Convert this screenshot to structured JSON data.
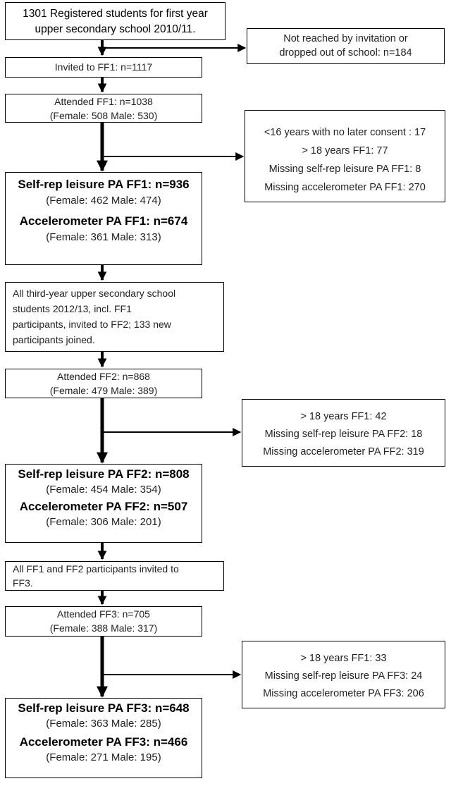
{
  "nodes": {
    "registered": [
      "1301 Registered students for first year",
      "upper secondary school 2010/11."
    ],
    "excluded_0": [
      "Not reached by invitation or",
      "dropped out of school: n=184"
    ],
    "invited_ff1": [
      "Invited to FF1: n=1117"
    ],
    "attended_ff1": [
      "Attended FF1: n=1038",
      "(Female: 508 Male: 530)"
    ],
    "excluded_ff1": [
      "<16 years with no later consent : 17",
      "> 18 years FF1: 77",
      "Missing self-rep leisure PA FF1: 8",
      "Missing accelerometer PA FF1: 270"
    ],
    "analysed_ff1": {
      "selfrep": "Self-rep leisure PA FF1: n=936",
      "selfrep_sex": "(Female: 462 Male: 474)",
      "accel": "Accelerometer PA FF1: n=674",
      "accel_sex": "(Female: 361 Male: 313)"
    },
    "invited_ff2": [
      "All third-year upper secondary school",
      "students 2012/13, incl. FF1",
      "participants, invited to FF2; 133 new",
      "participants joined."
    ],
    "attended_ff2": [
      "Attended FF2: n=868",
      "(Female: 479 Male: 389)"
    ],
    "excluded_ff2": [
      "> 18 years FF1: 42",
      "Missing self-rep leisure PA FF2: 18",
      "Missing accelerometer PA FF2: 319"
    ],
    "analysed_ff2": {
      "selfrep": "Self-rep leisure PA FF2: n=808",
      "selfrep_sex": "(Female: 454 Male: 354)",
      "accel": "Accelerometer PA FF2: n=507",
      "accel_sex": "(Female: 306 Male: 201)"
    },
    "invited_ff3": [
      "All FF1 and FF2 participants invited to",
      "FF3."
    ],
    "attended_ff3": [
      "Attended FF3: n=705",
      "(Female: 388 Male: 317)"
    ],
    "excluded_ff3": [
      "> 18 years FF1: 33",
      "Missing self-rep leisure PA FF3: 24",
      "Missing accelerometer PA FF3: 206"
    ],
    "analysed_ff3": {
      "selfrep": "Self-rep leisure PA FF3: n=648",
      "selfrep_sex": "(Female: 363 Male: 285)",
      "accel": "Accelerometer PA FF3: n=466",
      "accel_sex": "(Female: 271 Male: 195)"
    }
  }
}
